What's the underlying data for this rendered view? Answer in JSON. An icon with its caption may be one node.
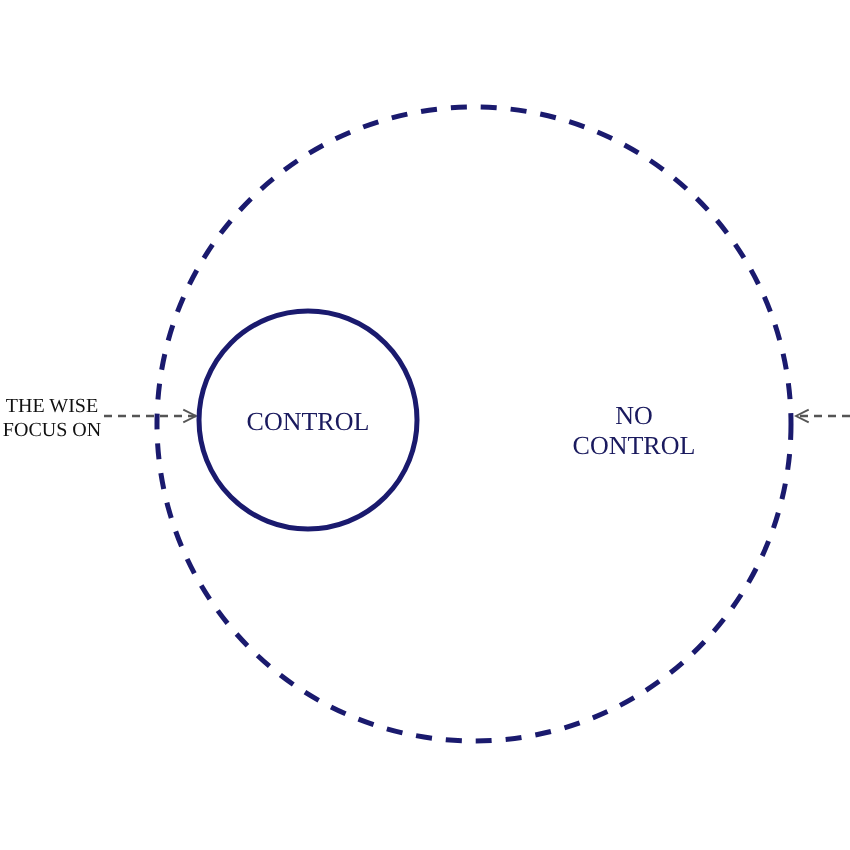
{
  "diagram": {
    "nodes": [
      {
        "text": [
          "NO CONTROL"
        ]
      },
      {
        "text": [
          "CONTROL"
        ],
        "in": 0
      },
      {
        "text": [
          "THE WISE FOCUS ON"
        ]
      }
    ],
    "edges": [
      {
        "from": 2,
        "to": 1,
        "arrow": "to",
        "style": "dashed"
      },
      {
        "from": null,
        "to": 0,
        "arrow": "to",
        "style": "dashed"
      }
    ]
  }
}
